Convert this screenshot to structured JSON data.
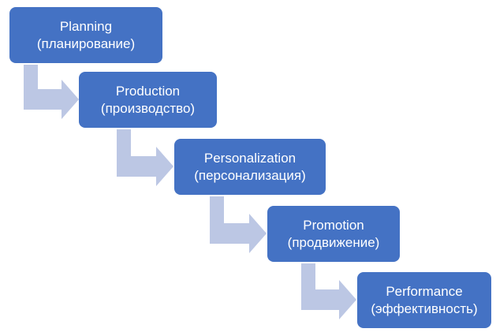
{
  "steps": [
    {
      "title": "Planning",
      "subtitle": "(планирование)"
    },
    {
      "title": "Production",
      "subtitle": "(производство)"
    },
    {
      "title": "Personalization",
      "subtitle": "(персонализация)"
    },
    {
      "title": "Promotion",
      "subtitle": "(продвижение)"
    },
    {
      "title": "Performance",
      "subtitle": "(эффективность)"
    }
  ],
  "colors": {
    "box_fill": "#4472c4",
    "box_text": "#ffffff",
    "arrow_fill": "#bcc7e4"
  }
}
